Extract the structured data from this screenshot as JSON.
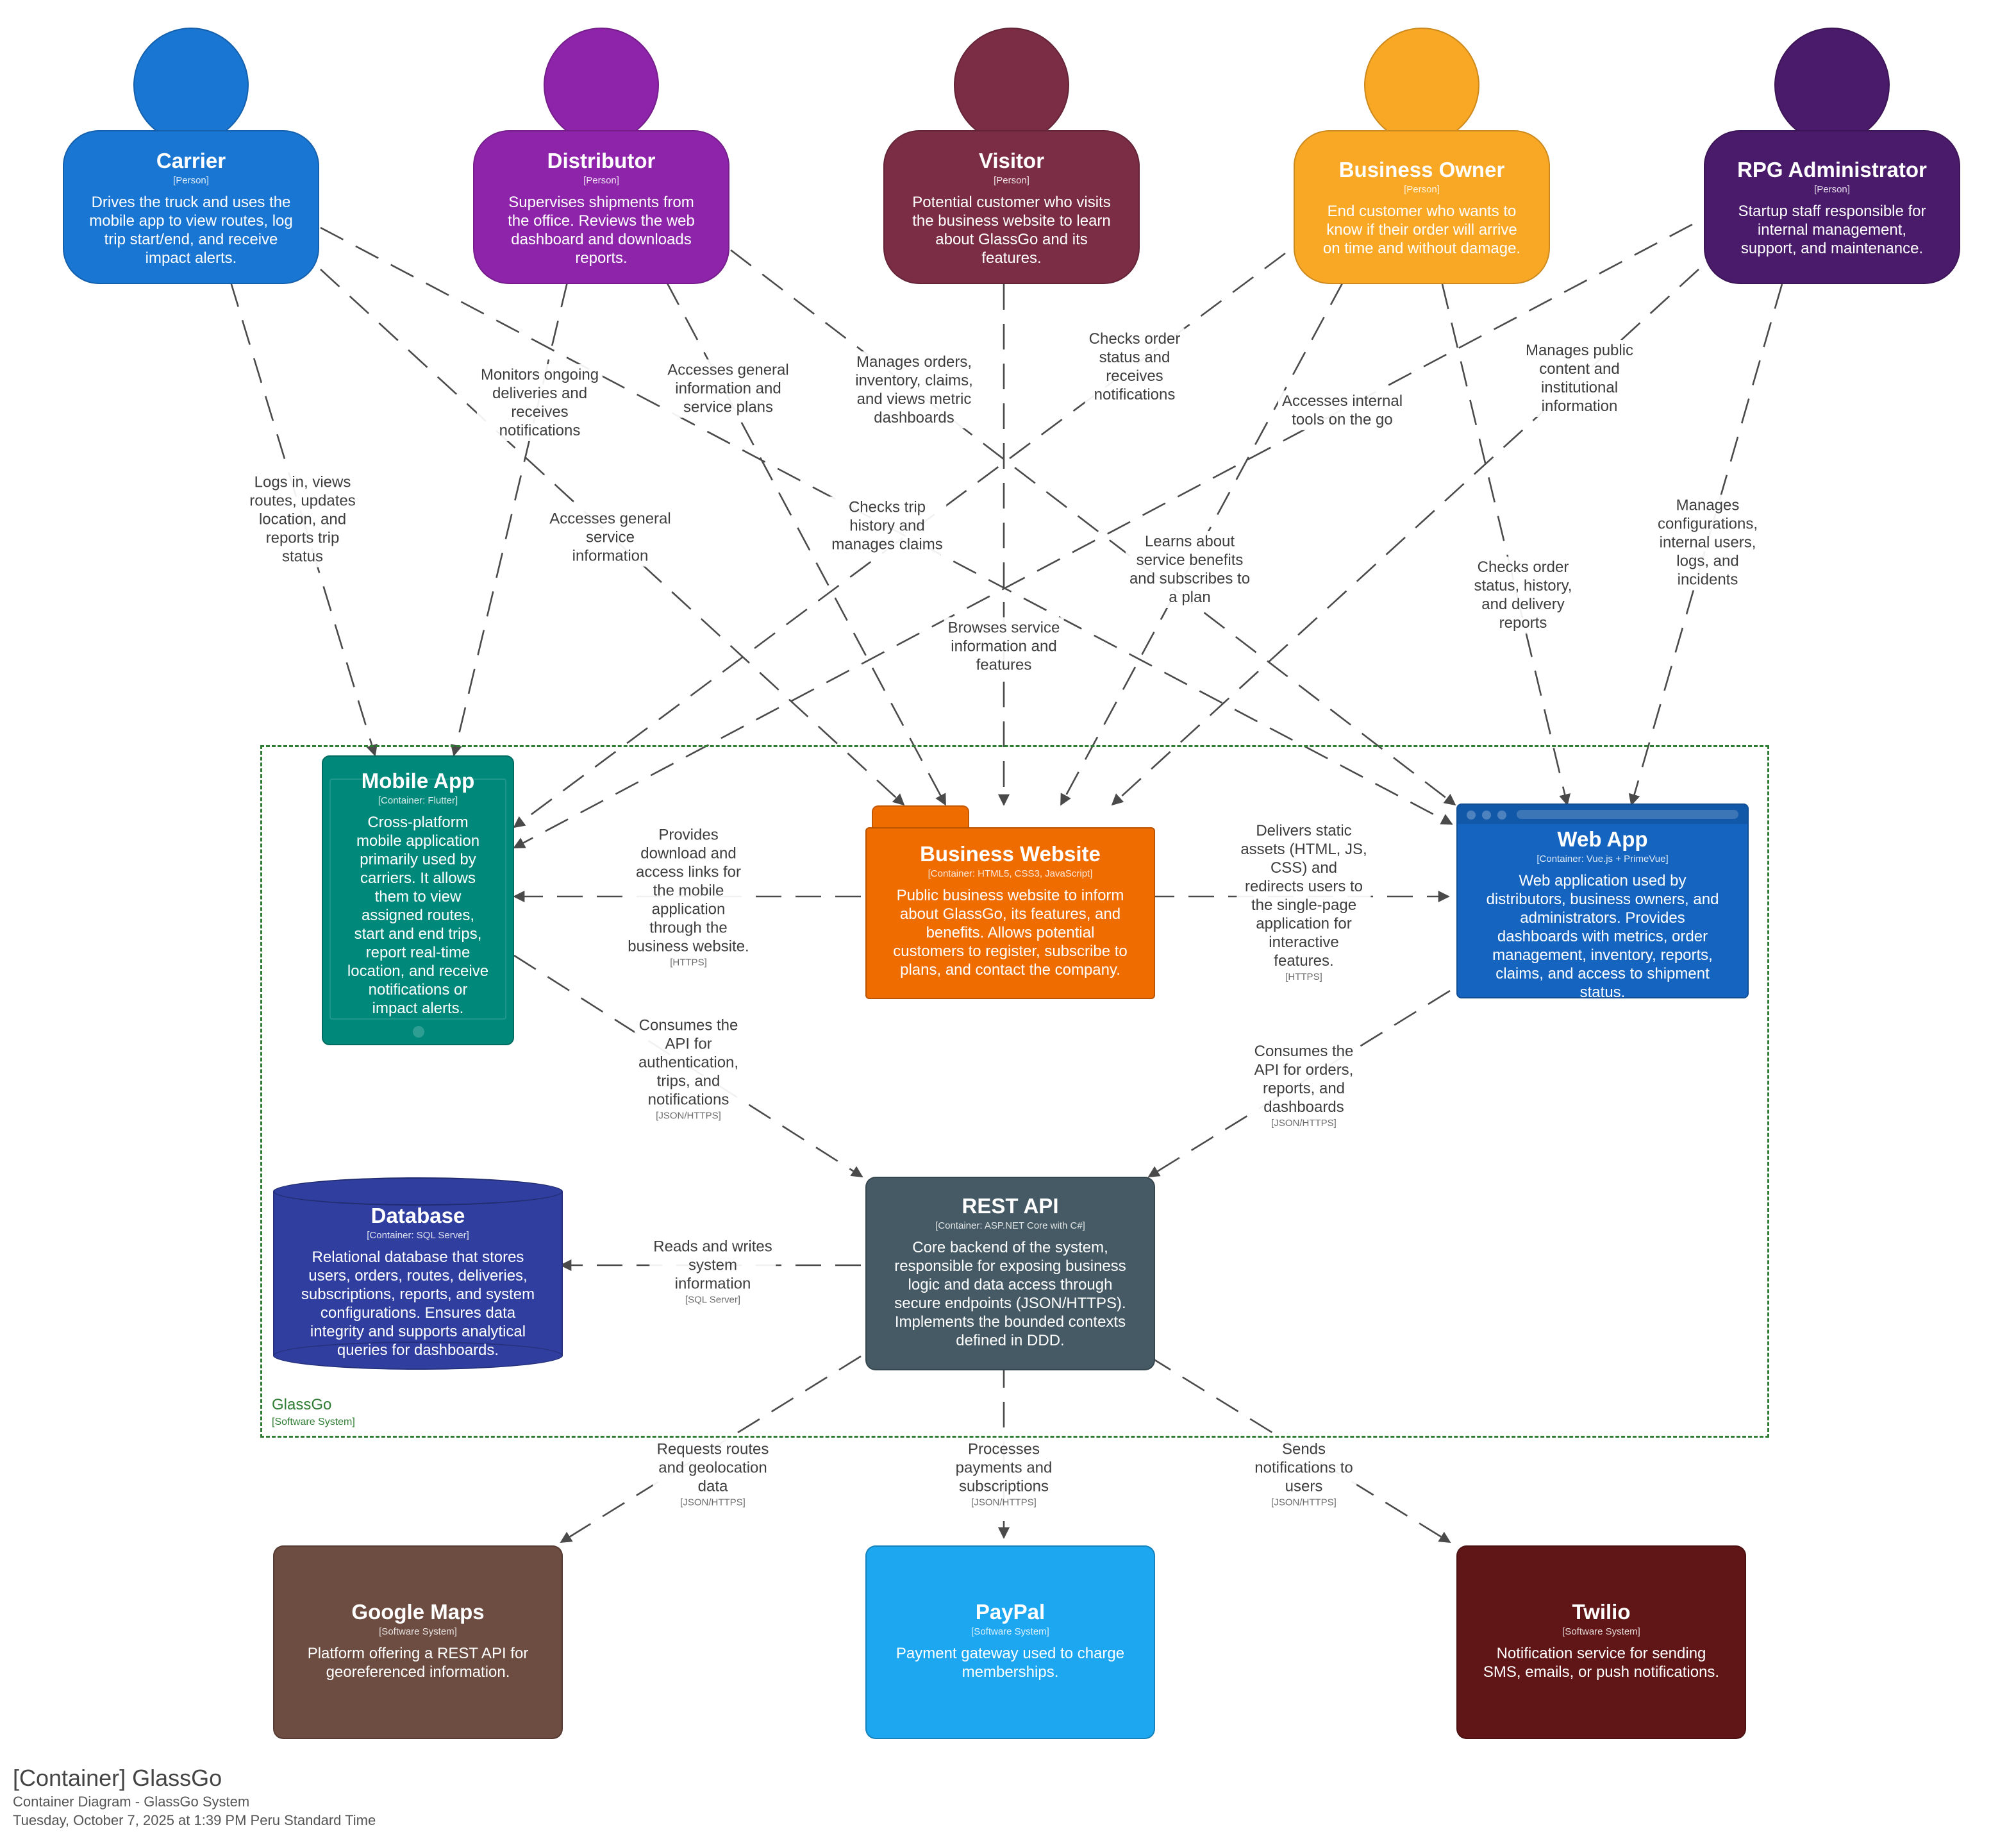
{
  "colors": {
    "carrier": "#1976d2",
    "distributor": "#8e24aa",
    "visitor": "#7b2d45",
    "business_owner": "#f9a825",
    "rpg_admin": "#4a1a6b",
    "mobile_app": "#00897b",
    "business_website": "#ef6c00",
    "web_app": "#1565c0",
    "rest_api": "#455a64",
    "database": "#303f9f",
    "google_maps": "#6d4c41",
    "paypal": "#1ca7f0",
    "twilio": "#601616",
    "boundary": "#2e7d32",
    "edge": "#4a4a4a"
  },
  "persons": {
    "carrier": {
      "name": "Carrier",
      "kind": "[Person]",
      "description": [
        "Drives the truck and uses the",
        "mobile app to view routes, log",
        "trip start/end, and receive",
        "impact alerts."
      ]
    },
    "distributor": {
      "name": "Distributor",
      "kind": "[Person]",
      "description": [
        "Supervises shipments from",
        "the office. Reviews the web",
        "dashboard and downloads",
        "reports."
      ]
    },
    "visitor": {
      "name": "Visitor",
      "kind": "[Person]",
      "description": [
        "Potential customer who visits",
        "the business website to learn",
        "about GlassGo and its",
        "features."
      ]
    },
    "business_owner": {
      "name": "Business Owner",
      "kind": "[Person]",
      "description": [
        "End customer who wants to",
        "know if their order will arrive",
        "on time and without damage."
      ]
    },
    "rpg_admin": {
      "name": "RPG Administrator",
      "kind": "[Person]",
      "description": [
        "Startup staff responsible for",
        "internal management,",
        "support, and maintenance."
      ]
    }
  },
  "containers": {
    "mobile_app": {
      "name": "Mobile App",
      "kind": "[Container: Flutter]",
      "description": [
        "Cross-platform",
        "mobile application",
        "primarily used by",
        "carriers. It allows",
        "them to view",
        "assigned routes,",
        "start and end trips,",
        "report real-time",
        "location, and receive",
        "notifications or",
        "impact alerts."
      ]
    },
    "business_website": {
      "name": "Business Website",
      "kind": "[Container: HTML5, CSS3, JavaScript]",
      "description": [
        "Public business website to inform",
        "about GlassGo, its features, and",
        "benefits. Allows potential",
        "customers to register, subscribe to",
        "plans, and contact the company."
      ]
    },
    "web_app": {
      "name": "Web App",
      "kind": "[Container: Vue.js + PrimeVue]",
      "description": [
        "Web application used by",
        "distributors, business owners, and",
        "administrators. Provides",
        "dashboards with metrics, order",
        "management, inventory, reports,",
        "claims, and access to shipment",
        "status."
      ]
    },
    "rest_api": {
      "name": "REST API",
      "kind": "[Container: ASP.NET Core with C#]",
      "description": [
        "Core backend of the system,",
        "responsible for exposing business",
        "logic and data access through",
        "secure endpoints (JSON/HTTPS).",
        "Implements the bounded contexts",
        "defined in DDD."
      ]
    },
    "database": {
      "name": "Database",
      "kind": "[Container: SQL Server]",
      "description": [
        "Relational database that stores",
        "users, orders, routes, deliveries,",
        "subscriptions, reports, and system",
        "configurations. Ensures data",
        "integrity and supports analytical",
        "queries for dashboards."
      ]
    }
  },
  "external_systems": {
    "google_maps": {
      "name": "Google Maps",
      "kind": "[Software System]",
      "description": [
        "Platform offering a REST API for",
        "georeferenced information."
      ]
    },
    "paypal": {
      "name": "PayPal",
      "kind": "[Software System]",
      "description": [
        "Payment gateway used to charge",
        "memberships."
      ]
    },
    "twilio": {
      "name": "Twilio",
      "kind": "[Software System]",
      "description": [
        "Notification service for sending",
        "SMS, emails, or push notifications."
      ]
    }
  },
  "boundary": {
    "name": "GlassGo",
    "kind": "[Software System]"
  },
  "relationships": {
    "carrier_mobile": {
      "lines": [
        "Logs in, views",
        "routes, updates",
        "location, and",
        "reports trip",
        "status"
      ],
      "tech": ""
    },
    "carrier_website": {
      "lines": [
        "Accesses general",
        "service",
        "information"
      ],
      "tech": ""
    },
    "carrier_webapp": {
      "lines": [
        "Checks trip",
        "history and",
        "manages claims"
      ],
      "tech": ""
    },
    "distributor_mobile": {
      "lines": [
        "Monitors ongoing",
        "deliveries and",
        "receives",
        "notifications"
      ],
      "tech": ""
    },
    "distributor_website": {
      "lines": [
        "Accesses general",
        "information and",
        "service plans"
      ],
      "tech": ""
    },
    "distributor_webapp": {
      "lines": [
        "Manages orders,",
        "inventory, claims,",
        "and views metric",
        "dashboards"
      ],
      "tech": ""
    },
    "visitor_website": {
      "lines": [
        "Browses service",
        "information and",
        "features"
      ],
      "tech": ""
    },
    "owner_mobile": {
      "lines": [
        "Checks order",
        "status and",
        "receives",
        "notifications"
      ],
      "tech": ""
    },
    "owner_website": {
      "lines": [
        "Learns about",
        "service benefits",
        "and subscribes to",
        "a plan"
      ],
      "tech": ""
    },
    "owner_webapp": {
      "lines": [
        "Checks order",
        "status, history,",
        "and delivery",
        "reports"
      ],
      "tech": ""
    },
    "admin_mobile": {
      "lines": [
        "Accesses internal",
        "tools on the go"
      ],
      "tech": ""
    },
    "admin_website": {
      "lines": [
        "Manages public",
        "content and",
        "institutional",
        "information"
      ],
      "tech": ""
    },
    "admin_webapp": {
      "lines": [
        "Manages",
        "configurations,",
        "internal users,",
        "logs, and",
        "incidents"
      ],
      "tech": ""
    },
    "website_mobile": {
      "lines": [
        "Provides",
        "download and",
        "access links for",
        "the mobile",
        "application",
        "through the",
        "business website."
      ],
      "tech": "[HTTPS]"
    },
    "website_webapp": {
      "lines": [
        "Delivers static",
        "assets (HTML, JS,",
        "CSS) and",
        "redirects users to",
        "the single-page",
        "application for",
        "interactive",
        "features."
      ],
      "tech": "[HTTPS]"
    },
    "mobile_api": {
      "lines": [
        "Consumes the",
        "API for",
        "authentication,",
        "trips, and",
        "notifications"
      ],
      "tech": "[JSON/HTTPS]"
    },
    "webapp_api": {
      "lines": [
        "Consumes the",
        "API for orders,",
        "reports, and",
        "dashboards"
      ],
      "tech": "[JSON/HTTPS]"
    },
    "api_db": {
      "lines": [
        "Reads and writes",
        "system",
        "information"
      ],
      "tech": "[SQL Server]"
    },
    "api_maps": {
      "lines": [
        "Requests routes",
        "and geolocation",
        "data"
      ],
      "tech": "[JSON/HTTPS]"
    },
    "api_paypal": {
      "lines": [
        "Processes",
        "payments and",
        "subscriptions"
      ],
      "tech": "[JSON/HTTPS]"
    },
    "api_twilio": {
      "lines": [
        "Sends",
        "notifications to",
        "users"
      ],
      "tech": "[JSON/HTTPS]"
    }
  },
  "footer": {
    "title": "[Container] GlassGo",
    "subtitle": "Container Diagram - GlassGo System",
    "timestamp": "Tuesday, October 7, 2025 at 1:39 PM Peru Standard Time"
  }
}
